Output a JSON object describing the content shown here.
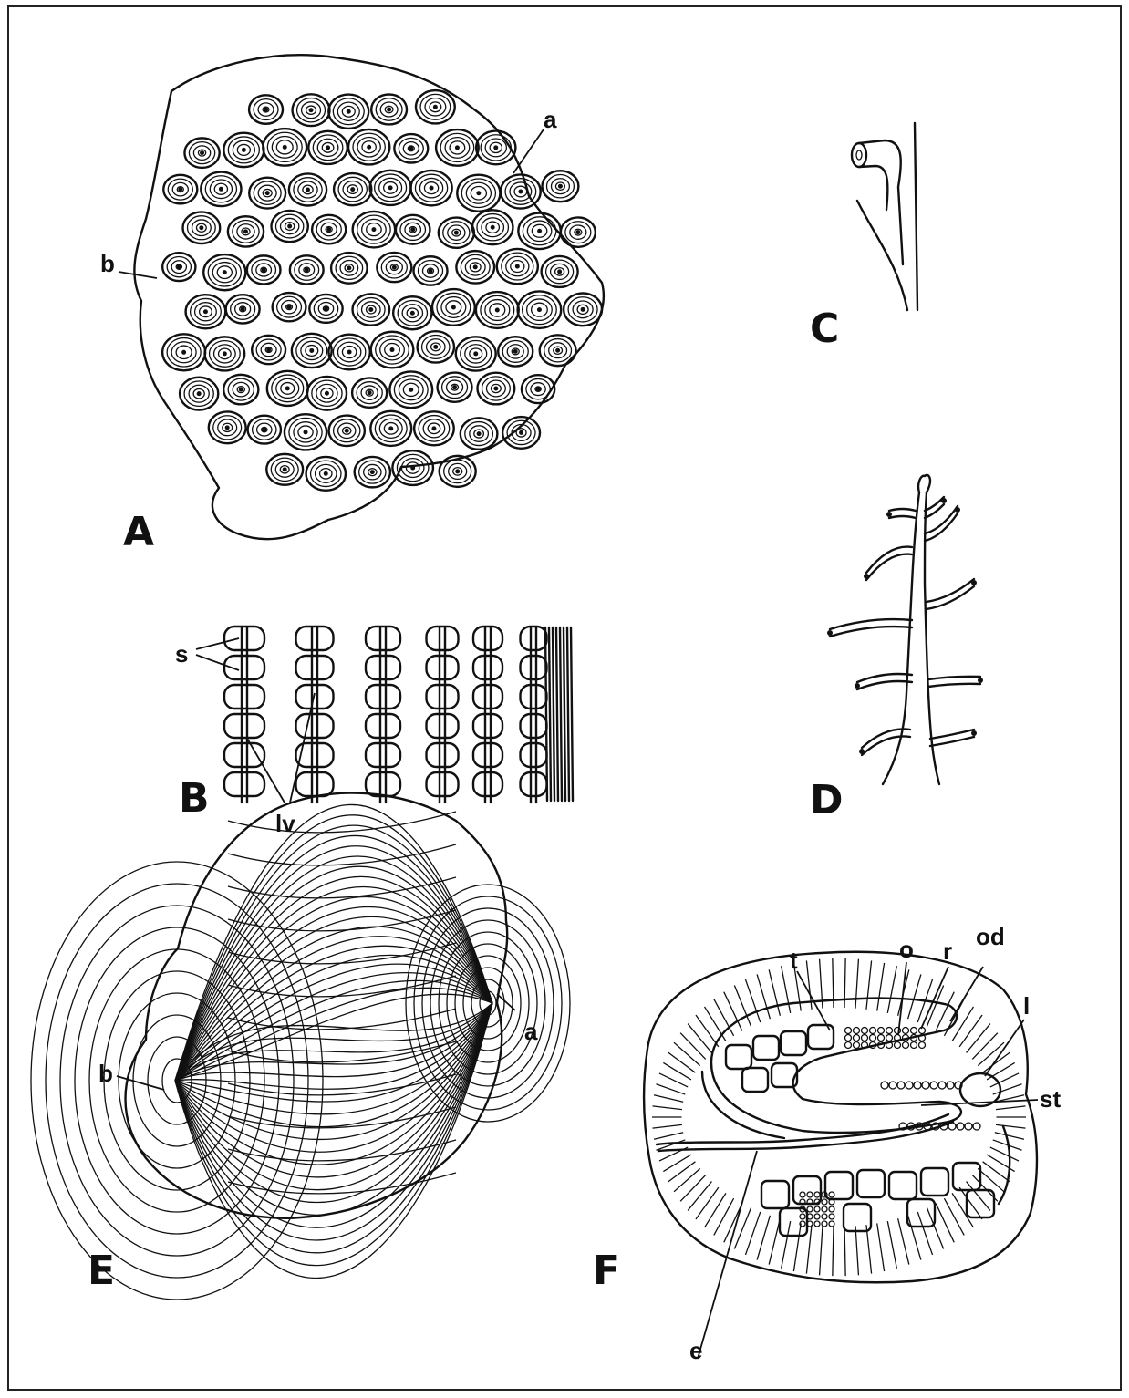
{
  "panels": {
    "A": {
      "letter": "A",
      "labels": {
        "a": "a",
        "b": "b"
      }
    },
    "B": {
      "letter": "B",
      "labels": {
        "s": "s",
        "lv": "lv"
      }
    },
    "C": {
      "letter": "C"
    },
    "D": {
      "letter": "D"
    },
    "E": {
      "letter": "E",
      "labels": {
        "a": "a",
        "b": "b"
      }
    },
    "F": {
      "letter": "F",
      "labels": {
        "t": "t",
        "o": "o",
        "r": "r",
        "od": "od",
        "l": "l",
        "st": "st",
        "e": "e"
      }
    }
  },
  "colors": {
    "ink": "#111111",
    "paper": "#ffffff"
  }
}
